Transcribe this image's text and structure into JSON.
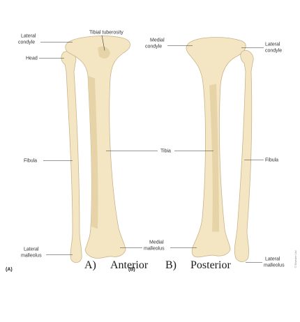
{
  "panel_a": {
    "tag": "(A)",
    "labels": {
      "tibial_tuberosity": "Tibial tuberosity",
      "lateral_condyle_line1": "Lateral",
      "lateral_condyle_line2": "condyle",
      "head": "Head",
      "fibula": "Fibula",
      "lateral_malleolus_line1": "Lateral",
      "lateral_malleolus_line2": "malleolus"
    }
  },
  "panel_b": {
    "tag": "(B)",
    "labels": {
      "medial_condyle_line1": "Medial",
      "medial_condyle_line2": "condyle",
      "tibia": "Tibia",
      "medial_malleolus_line1": "Medial",
      "medial_malleolus_line2": "malleolus",
      "lateral_condyle_line1": "Lateral",
      "lateral_condyle_line2": "condyle",
      "fibula": "Fibula",
      "lateral_malleolus_line1": "Lateral",
      "lateral_malleolus_line2": "malleolus"
    }
  },
  "watermark": "© Elsevier Ltd",
  "caption": {
    "a": "A)",
    "a_view": "Anterior",
    "b": "B)",
    "b_view": "Posterior"
  },
  "colors": {
    "bone_fill": "#f4e6c3",
    "bone_outline": "#c9b48a",
    "bone_shade": "#e6d3a8",
    "leader_line": "#333333"
  }
}
